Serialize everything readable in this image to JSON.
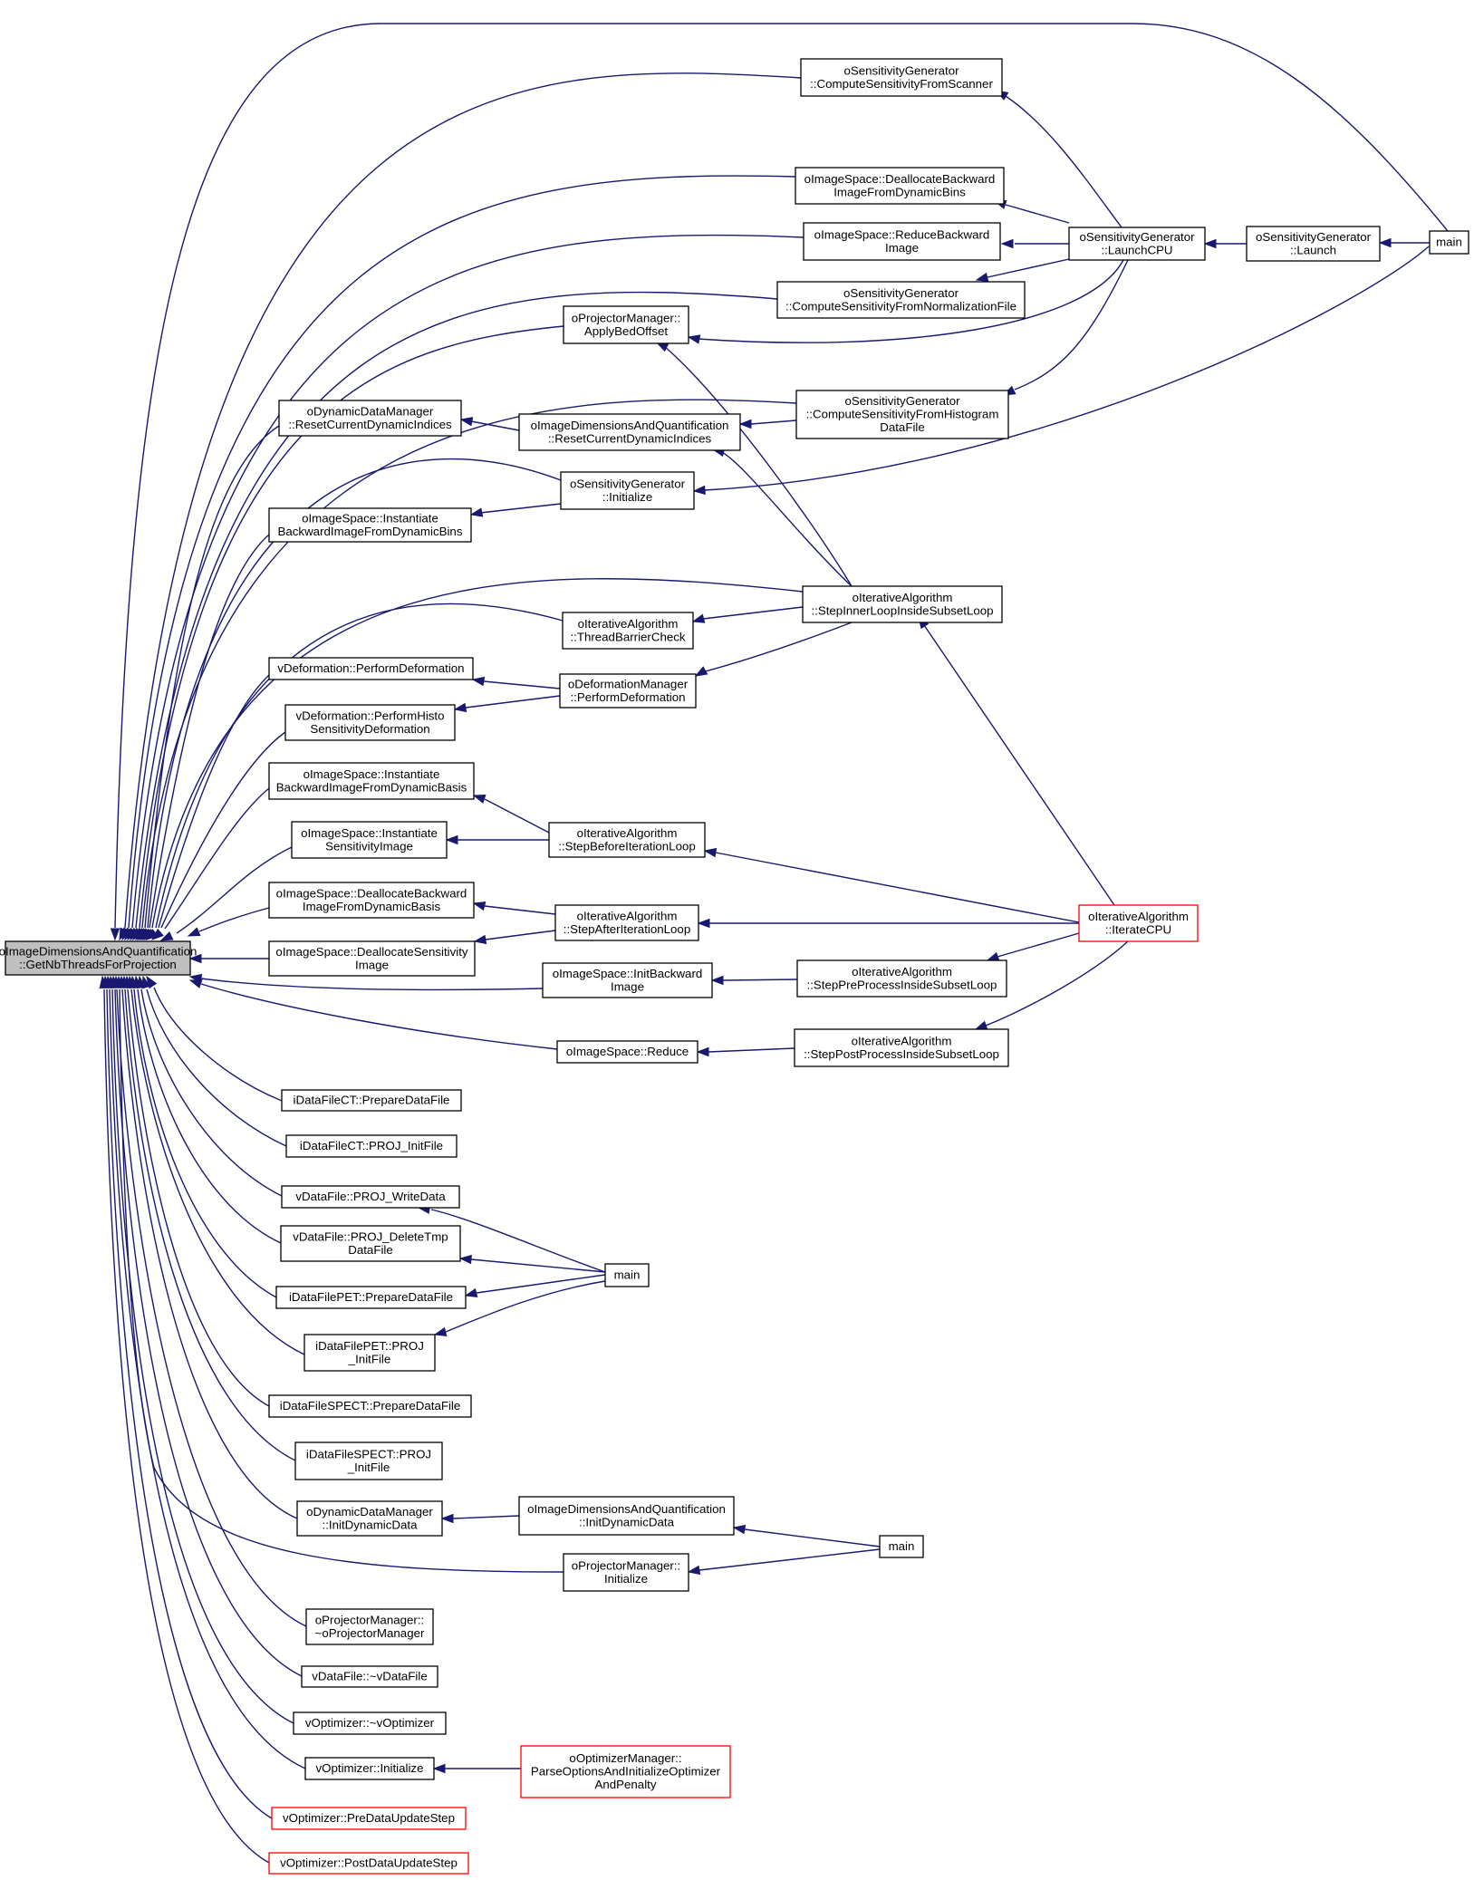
{
  "colors": {
    "edge": "#191970",
    "box_border": "#000000",
    "truncated_border": "#ff0000",
    "root_fill": "#bfbfbf",
    "background": "#ffffff"
  },
  "nodes": [
    {
      "id": "root",
      "lines": [
        "oImageDimensionsAndQuantification",
        "::GetNbThreadsForProjection"
      ],
      "style": "root"
    },
    {
      "id": "csfs",
      "lines": [
        "oSensitivityGenerator",
        "::ComputeSensitivityFromScanner"
      ],
      "style": "normal"
    },
    {
      "id": "dealloc_bins",
      "lines": [
        "oImageSpace::DeallocateBackward",
        "ImageFromDynamicBins"
      ],
      "style": "normal"
    },
    {
      "id": "reduce_bw",
      "lines": [
        "oImageSpace::ReduceBackward",
        "Image"
      ],
      "style": "normal"
    },
    {
      "id": "launch_cpu",
      "lines": [
        "oSensitivityGenerator",
        "::LaunchCPU"
      ],
      "style": "normal"
    },
    {
      "id": "launch",
      "lines": [
        "oSensitivityGenerator",
        "::Launch"
      ],
      "style": "normal"
    },
    {
      "id": "main_top",
      "lines": [
        "main"
      ],
      "style": "normal"
    },
    {
      "id": "csfnf",
      "lines": [
        "oSensitivityGenerator",
        "::ComputeSensitivityFromNormalizationFile"
      ],
      "style": "normal"
    },
    {
      "id": "bed_offset",
      "lines": [
        "oProjectorManager::",
        "ApplyBedOffset"
      ],
      "style": "normal"
    },
    {
      "id": "ddm_reset",
      "lines": [
        "oDynamicDataManager",
        "::ResetCurrentDynamicIndices"
      ],
      "style": "normal"
    },
    {
      "id": "idq_reset",
      "lines": [
        "oImageDimensionsAndQuantification",
        "::ResetCurrentDynamicIndices"
      ],
      "style": "normal"
    },
    {
      "id": "csfh",
      "lines": [
        "oSensitivityGenerator",
        "::ComputeSensitivityFromHistogram",
        "DataFile"
      ],
      "style": "normal"
    },
    {
      "id": "sg_init",
      "lines": [
        "oSensitivityGenerator",
        "::Initialize"
      ],
      "style": "normal"
    },
    {
      "id": "inst_bins",
      "lines": [
        "oImageSpace::Instantiate",
        "BackwardImageFromDynamicBins"
      ],
      "style": "normal"
    },
    {
      "id": "inner_loop",
      "lines": [
        "oIterativeAlgorithm",
        "::StepInnerLoopInsideSubsetLoop"
      ],
      "style": "normal"
    },
    {
      "id": "barrier",
      "lines": [
        "oIterativeAlgorithm",
        "::ThreadBarrierCheck"
      ],
      "style": "normal"
    },
    {
      "id": "vdef_perform",
      "lines": [
        "vDeformation::PerformDeformation"
      ],
      "style": "normal"
    },
    {
      "id": "defman",
      "lines": [
        "oDeformationManager",
        "::PerformDeformation"
      ],
      "style": "normal"
    },
    {
      "id": "vdef_histo",
      "lines": [
        "vDeformation::PerformHisto",
        "SensitivityDeformation"
      ],
      "style": "normal"
    },
    {
      "id": "inst_basis",
      "lines": [
        "oImageSpace::Instantiate",
        "BackwardImageFromDynamicBasis"
      ],
      "style": "normal"
    },
    {
      "id": "inst_sens",
      "lines": [
        "oImageSpace::Instantiate",
        "SensitivityImage"
      ],
      "style": "normal"
    },
    {
      "id": "before_iter",
      "lines": [
        "oIterativeAlgorithm",
        "::StepBeforeIterationLoop"
      ],
      "style": "normal"
    },
    {
      "id": "dealloc_basis",
      "lines": [
        "oImageSpace::DeallocateBackward",
        "ImageFromDynamicBasis"
      ],
      "style": "normal"
    },
    {
      "id": "after_iter",
      "lines": [
        "oIterativeAlgorithm",
        "::StepAfterIterationLoop"
      ],
      "style": "normal"
    },
    {
      "id": "iterate_cpu",
      "lines": [
        "oIterativeAlgorithm",
        "::IterateCPU"
      ],
      "style": "red"
    },
    {
      "id": "dealloc_sens",
      "lines": [
        "oImageSpace::DeallocateSensitivity",
        "Image"
      ],
      "style": "normal"
    },
    {
      "id": "init_bw",
      "lines": [
        "oImageSpace::InitBackward",
        "Image"
      ],
      "style": "normal"
    },
    {
      "id": "pre_process",
      "lines": [
        "oIterativeAlgorithm",
        "::StepPreProcessInsideSubsetLoop"
      ],
      "style": "normal"
    },
    {
      "id": "reduce",
      "lines": [
        "oImageSpace::Reduce"
      ],
      "style": "normal"
    },
    {
      "id": "post_process",
      "lines": [
        "oIterativeAlgorithm",
        "::StepPostProcessInsideSubsetLoop"
      ],
      "style": "normal"
    },
    {
      "id": "ct_prepare",
      "lines": [
        "iDataFileCT::PrepareDataFile"
      ],
      "style": "normal"
    },
    {
      "id": "ct_proj_init",
      "lines": [
        "iDataFileCT::PROJ_InitFile"
      ],
      "style": "normal"
    },
    {
      "id": "vdf_write",
      "lines": [
        "vDataFile::PROJ_WriteData"
      ],
      "style": "normal"
    },
    {
      "id": "vdf_delete",
      "lines": [
        "vDataFile::PROJ_DeleteTmp",
        "DataFile"
      ],
      "style": "normal"
    },
    {
      "id": "main_mid",
      "lines": [
        "main"
      ],
      "style": "normal"
    },
    {
      "id": "pet_prepare",
      "lines": [
        "iDataFilePET::PrepareDataFile"
      ],
      "style": "normal"
    },
    {
      "id": "pet_proj_init",
      "lines": [
        "iDataFilePET::PROJ",
        "_InitFile"
      ],
      "style": "normal"
    },
    {
      "id": "spect_prepare",
      "lines": [
        "iDataFileSPECT::PrepareDataFile"
      ],
      "style": "normal"
    },
    {
      "id": "spect_proj_init",
      "lines": [
        "iDataFileSPECT::PROJ",
        "_InitFile"
      ],
      "style": "normal"
    },
    {
      "id": "ddm_init",
      "lines": [
        "oDynamicDataManager",
        "::InitDynamicData"
      ],
      "style": "normal"
    },
    {
      "id": "idq_init",
      "lines": [
        "oImageDimensionsAndQuantification",
        "::InitDynamicData"
      ],
      "style": "normal"
    },
    {
      "id": "main_low",
      "lines": [
        "main"
      ],
      "style": "normal"
    },
    {
      "id": "pm_init",
      "lines": [
        "oProjectorManager::",
        "Initialize"
      ],
      "style": "normal"
    },
    {
      "id": "pm_destructor",
      "lines": [
        "oProjectorManager::",
        "~oProjectorManager"
      ],
      "style": "normal"
    },
    {
      "id": "vdf_destructor",
      "lines": [
        "vDataFile::~vDataFile"
      ],
      "style": "normal"
    },
    {
      "id": "vopt_destructor",
      "lines": [
        "vOptimizer::~vOptimizer"
      ],
      "style": "normal"
    },
    {
      "id": "vopt_init",
      "lines": [
        "vOptimizer::Initialize"
      ],
      "style": "normal"
    },
    {
      "id": "optman_parse",
      "lines": [
        "oOptimizerManager::",
        "ParseOptionsAndInitializeOptimizer",
        "AndPenalty"
      ],
      "style": "red"
    },
    {
      "id": "vopt_pre",
      "lines": [
        "vOptimizer::PreDataUpdateStep"
      ],
      "style": "red"
    },
    {
      "id": "vopt_post",
      "lines": [
        "vOptimizer::PostDataUpdateStep"
      ],
      "style": "red"
    }
  ]
}
